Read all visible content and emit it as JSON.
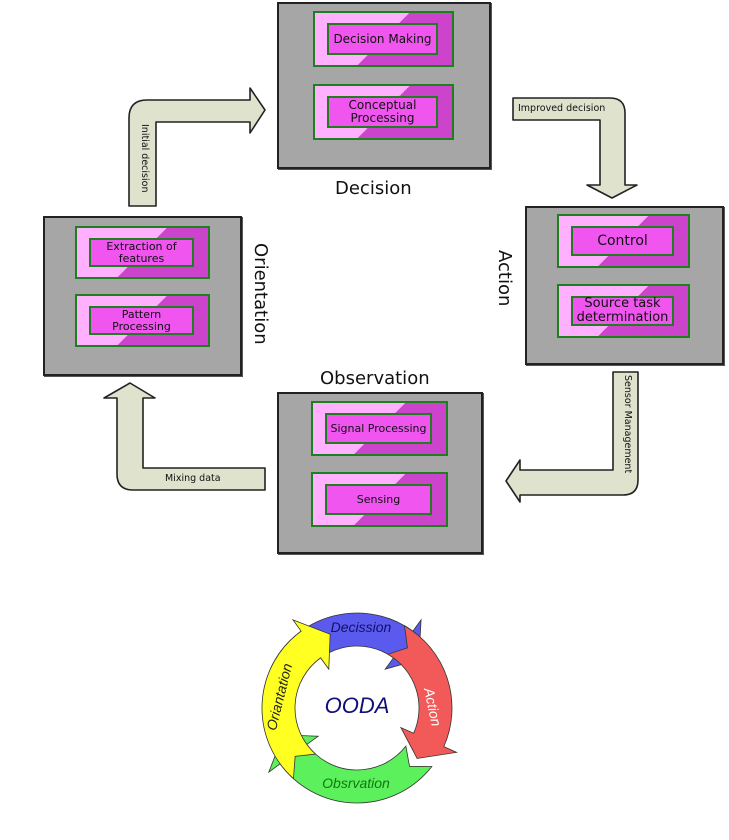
{
  "colors": {
    "panel_bg": "#a6a6a6",
    "item_face": "#f055f0",
    "item_border": "#1f7f1f",
    "arrow_fill": "#dfe2cc",
    "ooda_blue": "#5a5aee",
    "ooda_red": "#f25a5a",
    "ooda_green": "#5cf05c",
    "ooda_yellow": "#ffff22",
    "ooda_center_text": "#10107a"
  },
  "panels": {
    "decision": {
      "label": "Decision",
      "items": [
        "Decision Making",
        "Conceptual Processing"
      ]
    },
    "action": {
      "label": "Action",
      "items": [
        "Control",
        "Source task determination"
      ]
    },
    "observation": {
      "label": "Observation",
      "items": [
        "Signal Processing",
        "Sensing"
      ]
    },
    "orientation": {
      "label": "Orientation",
      "items": [
        "Extraction of features",
        "Pattern Processing"
      ]
    }
  },
  "arrows": {
    "initial_decision": "Initial decision",
    "improved_decision": "Improved decision",
    "sensor_management": "Sensor Management",
    "mixing_data": "Mixing data"
  },
  "ooda_cycle": {
    "center_label": "OODA",
    "segments": [
      "Decission",
      "Action",
      "Obsrvation",
      "Oriantation"
    ]
  }
}
